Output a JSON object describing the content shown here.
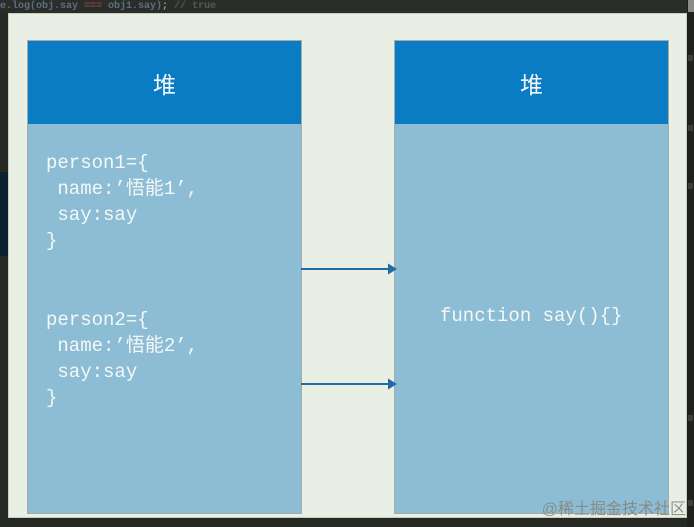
{
  "background_code": {
    "segments": [
      {
        "text": "e.log(obj.say ",
        "color": "#5d6f83"
      },
      {
        "text": "===",
        "color": "#8a4545"
      },
      {
        "text": " obj1.say)",
        "color": "#5d6f83"
      },
      {
        "text": ";",
        "color": "#9aa0a8"
      },
      {
        "text": " // true",
        "color": "#565a52"
      }
    ]
  },
  "diagram": {
    "left_box": {
      "header": "堆",
      "blocks": [
        {
          "lines": [
            "person1={",
            " name:’悟能1’,",
            " say:say",
            "}"
          ]
        },
        {
          "lines": [
            "person2={",
            " name:’悟能2’,",
            " say:say",
            "}"
          ]
        }
      ]
    },
    "right_box": {
      "header": "堆",
      "content": "function say(){}"
    }
  },
  "watermark": "@稀土掘金技术社区",
  "colors": {
    "header_blue": "#0a7cc4",
    "body_blue": "#8cbdd5",
    "panel_bg": "#e9efe4",
    "arrow": "#1e6ba6",
    "editor_bg": "#272924"
  }
}
